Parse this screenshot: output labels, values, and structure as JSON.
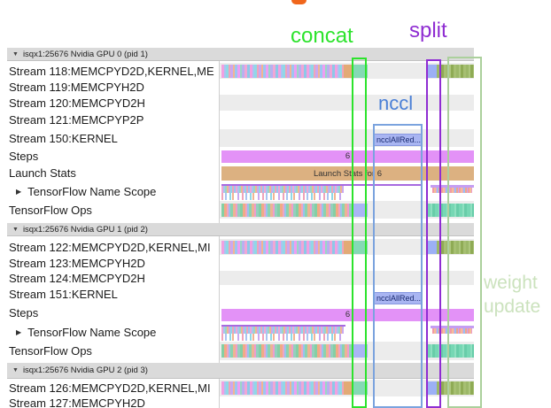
{
  "annotations": {
    "concat": "concat",
    "split": "split",
    "nccl": "nccl",
    "weight_update_line1": "weight",
    "weight_update_line2": "update",
    "colors": {
      "concat": "#2ce32c",
      "split": "#8f2dd2",
      "nccl_text": "#4a7fd6",
      "nccl_box": "#7ba3de",
      "weight_update": "#cbe2bd",
      "weight_update_box": "#abd09c"
    }
  },
  "bars": {
    "step_number": "6",
    "launch_stats_label": "Launch Stats for 6",
    "nccl_kernel_label": "ncclAllRed...",
    "colors": {
      "steps_bar": "#e392f7",
      "launch_stats_bar": "#dcb181",
      "nccl_bar": "#a9b5f2"
    }
  },
  "sections": [
    {
      "header": "isqx1:25676 Nvidia GPU 0 (pid 1)",
      "rows": [
        {
          "label": "Stream 118:MEMCPYD2D,KERNEL,ME"
        },
        {
          "label": "Stream 119:MEMCPYH2D"
        },
        {
          "label": "Stream 120:MEMCPYD2H"
        },
        {
          "label": "Stream 121:MEMCPYP2P"
        },
        {
          "label": "Stream 150:KERNEL"
        },
        {
          "label": "Steps"
        },
        {
          "label": "Launch Stats"
        },
        {
          "label": "TensorFlow Name Scope"
        },
        {
          "label": "TensorFlow Ops"
        }
      ]
    },
    {
      "header": "isqx1:25676 Nvidia GPU 1 (pid 2)",
      "rows": [
        {
          "label": "Stream 122:MEMCPYD2D,KERNEL,MI"
        },
        {
          "label": "Stream 123:MEMCPYH2D"
        },
        {
          "label": "Stream 124:MEMCPYD2H"
        },
        {
          "label": "Stream 151:KERNEL"
        },
        {
          "label": "Steps"
        },
        {
          "label": "TensorFlow Name Scope"
        },
        {
          "label": "TensorFlow Ops"
        }
      ]
    },
    {
      "header": "isqx1:25676 Nvidia GPU 2 (pid 3)",
      "rows": [
        {
          "label": "Stream 126:MEMCPYD2D,KERNEL,MI"
        },
        {
          "label": "Stream 127:MEMCPYH2D"
        }
      ]
    }
  ]
}
